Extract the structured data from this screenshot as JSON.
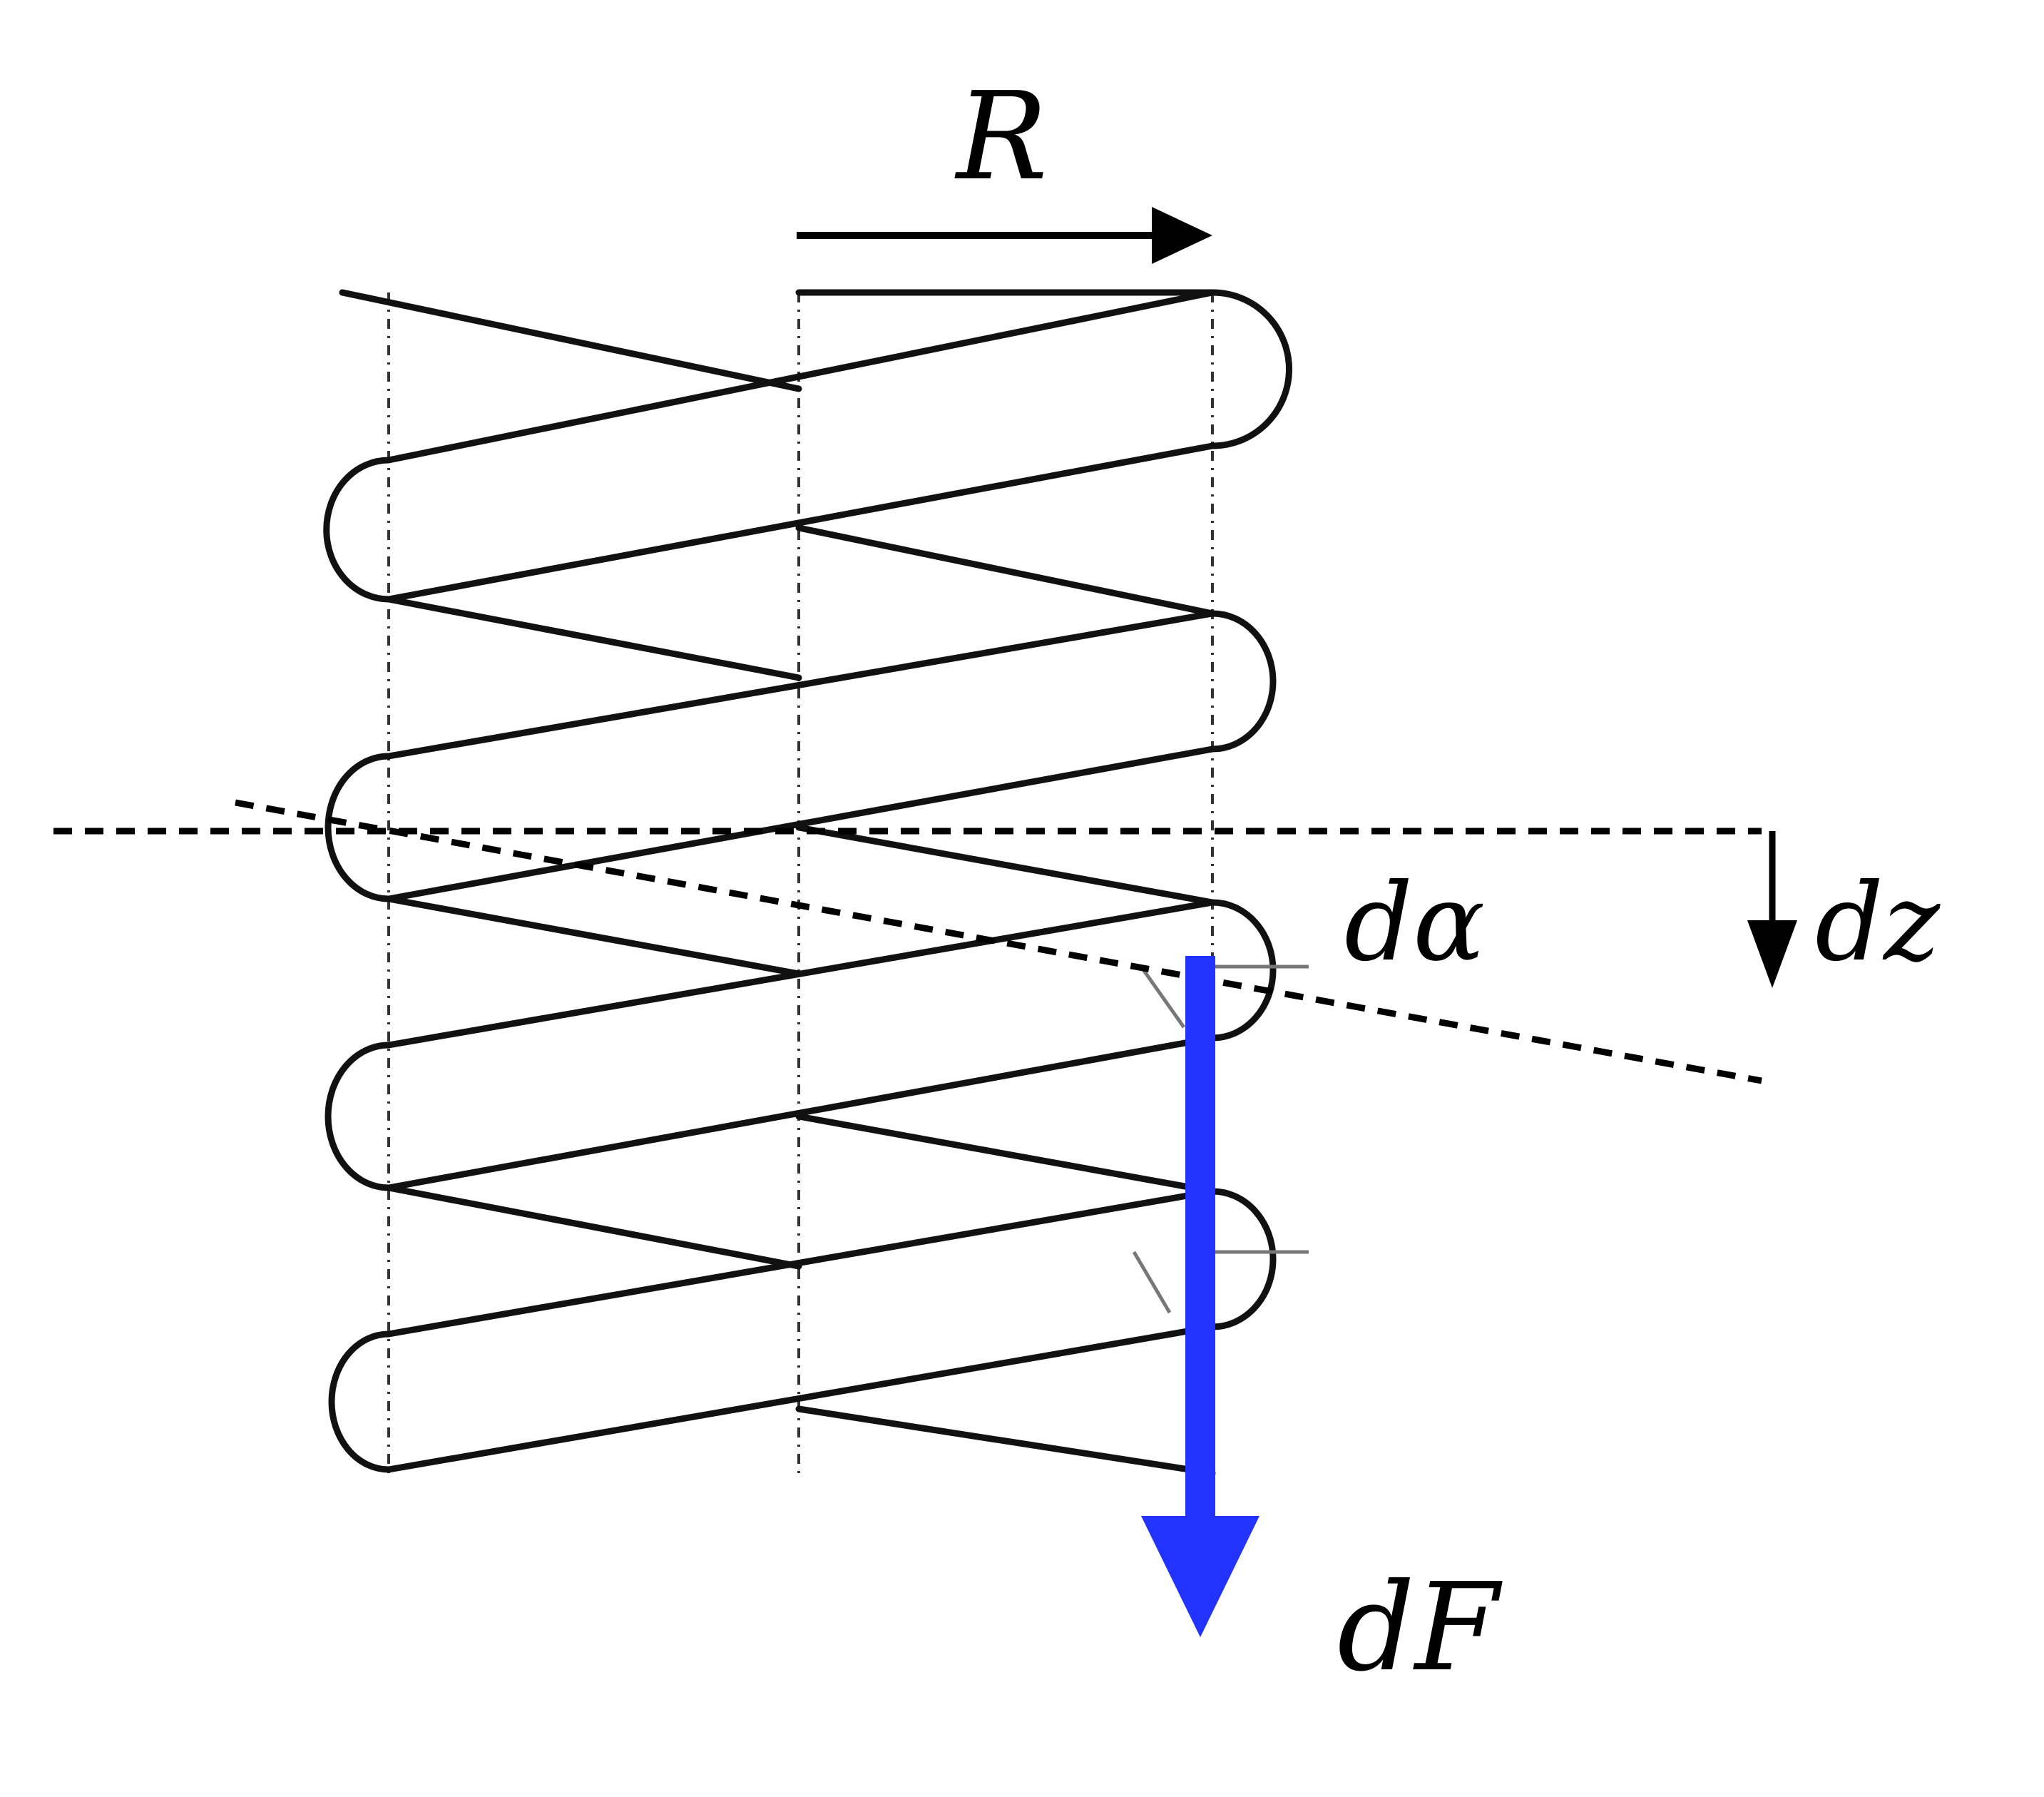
{
  "labels": {
    "radius": "R",
    "angle": "dα",
    "height": "dz",
    "force": "dF"
  },
  "colors": {
    "force_arrow": "#2233ff",
    "ink": "#000000",
    "background": "#ffffff"
  }
}
